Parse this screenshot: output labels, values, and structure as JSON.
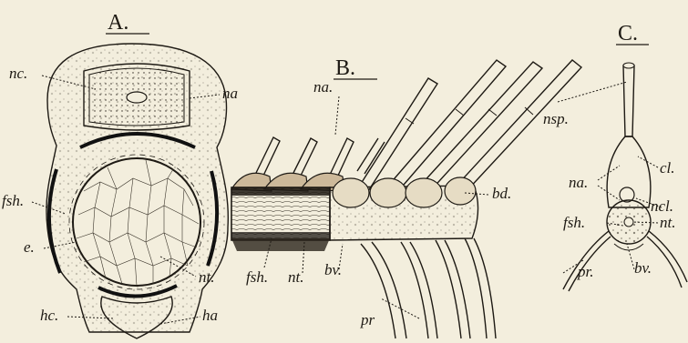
{
  "figure": {
    "panels": [
      {
        "id": "A",
        "heading": "A."
      },
      {
        "id": "B",
        "heading": "B."
      },
      {
        "id": "C",
        "heading": "C."
      }
    ],
    "labels_a": {
      "nc": "nc.",
      "na": "na",
      "fsh": "fsh.",
      "e": "e.",
      "nt": "nt.",
      "hc": "hc.",
      "ha": "ha"
    },
    "labels_b": {
      "na": "na.",
      "bd": "bd.",
      "fsh": "fsh.",
      "nt": "nt.",
      "bv": "bv.",
      "pr": "pr"
    },
    "labels_c": {
      "nsp": "nsp.",
      "cl": "cl.",
      "na": "na.",
      "ncl": "ncl.",
      "fsh": "fsh.",
      "nt": "nt.",
      "pr": "pr.",
      "bv": "bv."
    }
  }
}
